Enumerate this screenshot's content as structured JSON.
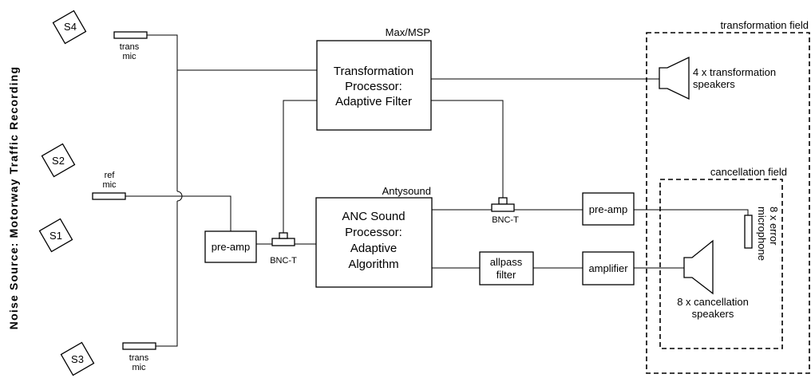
{
  "side_title": "Noise Source: Motorway Traffic Recording",
  "sources": {
    "s1": "S1",
    "s2": "S2",
    "s3": "S3",
    "s4": "S4"
  },
  "mics": {
    "trans_top": [
      "trans",
      "mic"
    ],
    "ref": [
      "ref",
      "mic"
    ],
    "trans_bottom": [
      "trans",
      "mic"
    ]
  },
  "maxmsp": {
    "label": "Max/MSP",
    "processor": [
      "Transformation",
      "Processor:",
      "Adaptive Filter"
    ]
  },
  "antysound": {
    "label": "Antysound",
    "processor": [
      "ANC Sound",
      "Processor:",
      "Adaptive",
      "Algorithm"
    ]
  },
  "preamp_left": "pre-amp",
  "bnc_left": "BNC-T",
  "bnc_right": "BNC-T",
  "preamp_right": "pre-amp",
  "allpass": [
    "allpass",
    "filter"
  ],
  "amplifier": "amplifier",
  "transformation_field": {
    "label": "transformation field",
    "speakers": [
      "4 x transformation",
      "speakers"
    ]
  },
  "cancellation_field": {
    "label": "cancellation field",
    "error_mic": [
      "8 x error",
      "microphone"
    ],
    "speakers": [
      "8 x cancellation",
      "speakers"
    ]
  }
}
